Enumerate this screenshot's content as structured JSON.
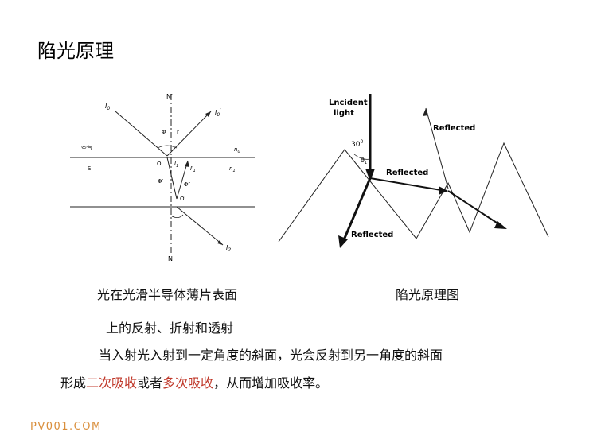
{
  "title": "陷光原理",
  "left_figure": {
    "labels": {
      "incident": "I",
      "incident_sub": "0",
      "reflected": "I",
      "reflected_sub": "0",
      "reflected_prime": "′",
      "normal_top": "N′",
      "normal_bottom": "N",
      "phi": "Φ",
      "r": "r",
      "air": "空气",
      "n0": "n",
      "n0_sub": "0",
      "si": "Si",
      "n1": "n",
      "n1_sub": "1",
      "o": "O",
      "i1": "I",
      "i1_sub": "1",
      "i1p": "I′",
      "i1p_sub": "1",
      "phi_prime": "Φ′",
      "phi_dprime": "Φ″",
      "o_prime": "O′",
      "i2": "I",
      "i2_sub": "2"
    }
  },
  "right_figure": {
    "incident_line1": "Lncident",
    "incident_line2": "light",
    "angle": "30",
    "angle_sup": "0",
    "theta": "θ",
    "theta_sub": "1",
    "reflected_1": "Reflected",
    "reflected_2": "Reflected",
    "reflected_3": "Reflected"
  },
  "captions": {
    "left_line1": "光在光滑半导体薄片表面",
    "left_line2": "上的反射、折射和透射",
    "right": "陷光原理图"
  },
  "body": {
    "line1": "当入射光入射到一定角度的斜面，光会反射到另一角度的斜面",
    "line2_a": "形成",
    "line2_red1": "二次吸收",
    "line2_b": "或者",
    "line2_red2": "多次吸收",
    "line2_c": "，从而增加吸收率。"
  },
  "watermark": "PV001.COM",
  "colors": {
    "highlight": "#c0392b",
    "watermark": "#d98e3b"
  }
}
